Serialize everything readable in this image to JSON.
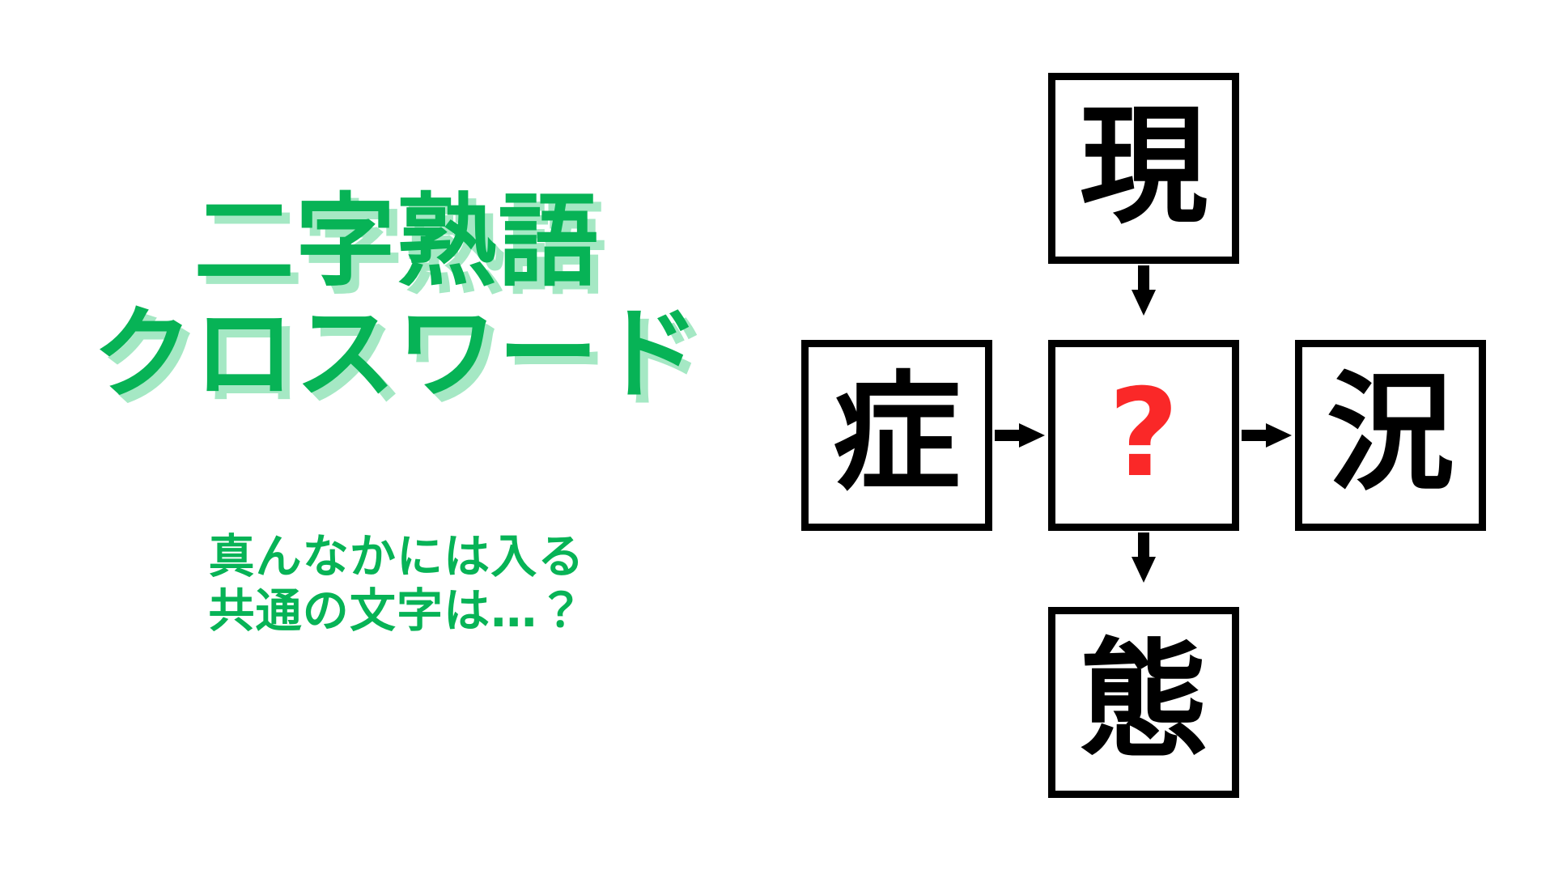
{
  "meta": {
    "background": "#ffffff"
  },
  "colors": {
    "brand_green": "#07b356",
    "brand_green_shadow": "#a5e8c4",
    "accent_red": "#fa2828",
    "box_border": "#000000",
    "kanji_black": "#000000"
  },
  "title": {
    "line1": "二字熟語",
    "line2": "クロスワード"
  },
  "subtitle": {
    "line1": "真んなかには入る",
    "line2": "共通の文字は…？"
  },
  "puzzle": {
    "type": "kanji-crossword",
    "answer_placeholder": "?",
    "cells": {
      "top": {
        "label": "現",
        "role": "clue",
        "position": "top"
      },
      "left": {
        "label": "症",
        "role": "clue",
        "position": "left"
      },
      "center": {
        "label": "?",
        "role": "answer",
        "position": "center"
      },
      "right": {
        "label": "況",
        "role": "clue",
        "position": "right"
      },
      "bottom": {
        "label": "態",
        "role": "clue",
        "position": "bottom"
      }
    },
    "arrows": [
      {
        "name": "top-to-center",
        "direction": "down",
        "from": "top",
        "to": "center"
      },
      {
        "name": "left-to-center",
        "direction": "right",
        "from": "left",
        "to": "center"
      },
      {
        "name": "center-to-right",
        "direction": "right",
        "from": "center",
        "to": "right"
      },
      {
        "name": "center-to-bottom",
        "direction": "down",
        "from": "center",
        "to": "bottom"
      }
    ]
  }
}
